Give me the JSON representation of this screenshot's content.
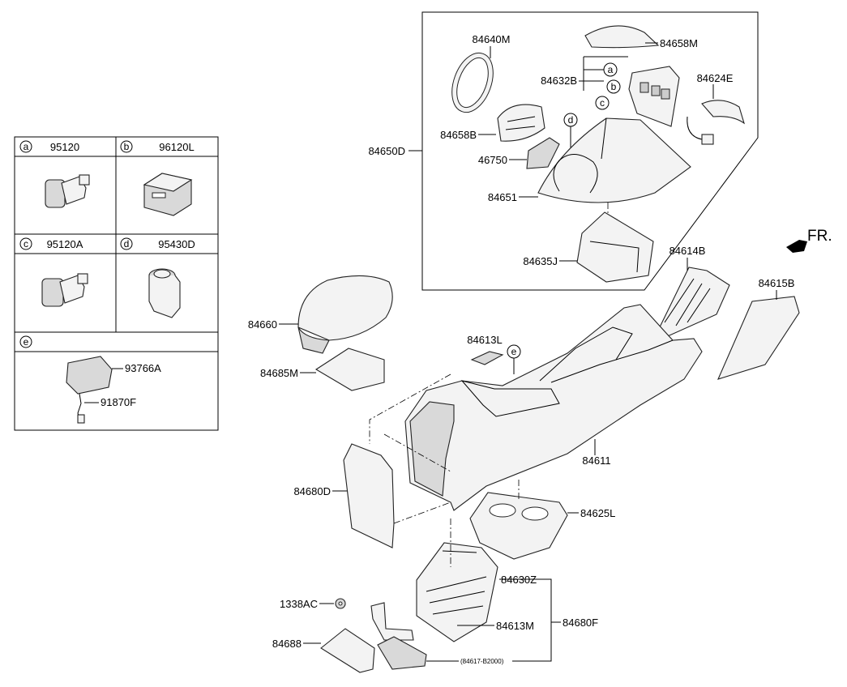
{
  "legend": {
    "cells": [
      {
        "letter": "a",
        "part": "95120"
      },
      {
        "letter": "b",
        "part": "96120L"
      },
      {
        "letter": "c",
        "part": "95120A"
      },
      {
        "letter": "d",
        "part": "95430D"
      },
      {
        "letter": "e",
        "part": ""
      }
    ],
    "e_parts": [
      "93766A",
      "91870F"
    ]
  },
  "direction": {
    "text": "FR."
  },
  "callouts": {
    "a": "a",
    "b": "b",
    "c": "c",
    "d": "d",
    "e": "e"
  },
  "parts": {
    "p84640M": "84640M",
    "p84658M": "84658M",
    "p84632B": "84632B",
    "p84624E": "84624E",
    "p84658B": "84658B",
    "p46750": "46750",
    "p84650D": "84650D",
    "p84651": "84651",
    "p84635J": "84635J",
    "p84614B": "84614B",
    "p84615B": "84615B",
    "p84660": "84660",
    "p84613L": "84613L",
    "p84685M": "84685M",
    "p84611": "84611",
    "p84680D": "84680D",
    "p84625L": "84625L",
    "p84630Z": "84630Z",
    "p1338AC": "1338AC",
    "p84680F": "84680F",
    "p84613M": "84613M",
    "p84688": "84688",
    "p84617": "(84617-B2000)"
  }
}
